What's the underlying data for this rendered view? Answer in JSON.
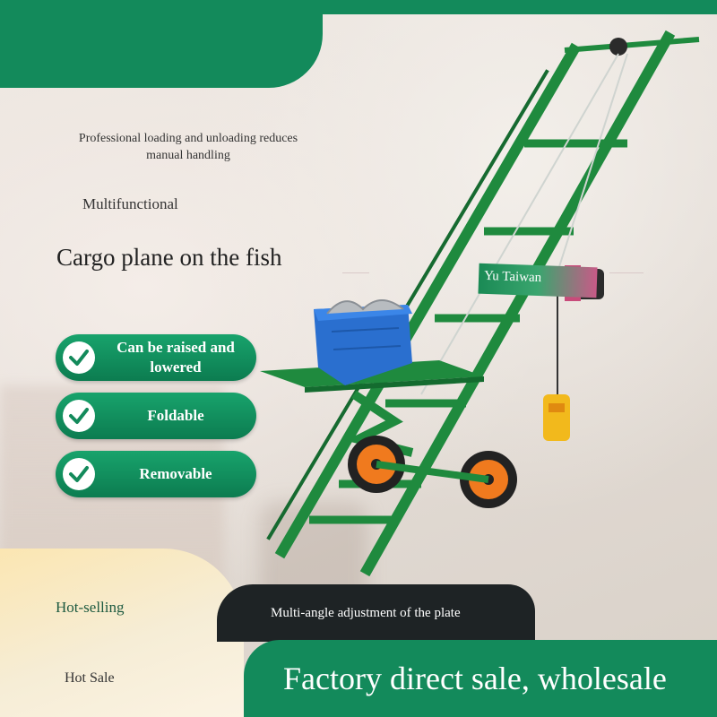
{
  "header": {
    "tagline": "Professional loading and unloading reduces manual handling",
    "subtitle": "Multifunctional",
    "title": "Cargo plane on the fish"
  },
  "features": [
    {
      "label": "Can be raised and lowered",
      "icon": "check-icon"
    },
    {
      "label": "Foldable",
      "icon": "check-icon"
    },
    {
      "label": "Removable",
      "icon": "check-icon"
    }
  ],
  "product": {
    "sign_text": "Yu Taiwan",
    "frame_color": "#1f8a3e",
    "wheel_color": "#f07a1e"
  },
  "footer": {
    "hot_selling": "Hot-selling",
    "hot_sale": "Hot Sale",
    "adjustment_note": "Multi-angle adjustment of the plate",
    "slogan": "Factory direct sale, wholesale"
  },
  "colors": {
    "brand_green": "#138a5b",
    "dark_band": "#1e2325"
  }
}
